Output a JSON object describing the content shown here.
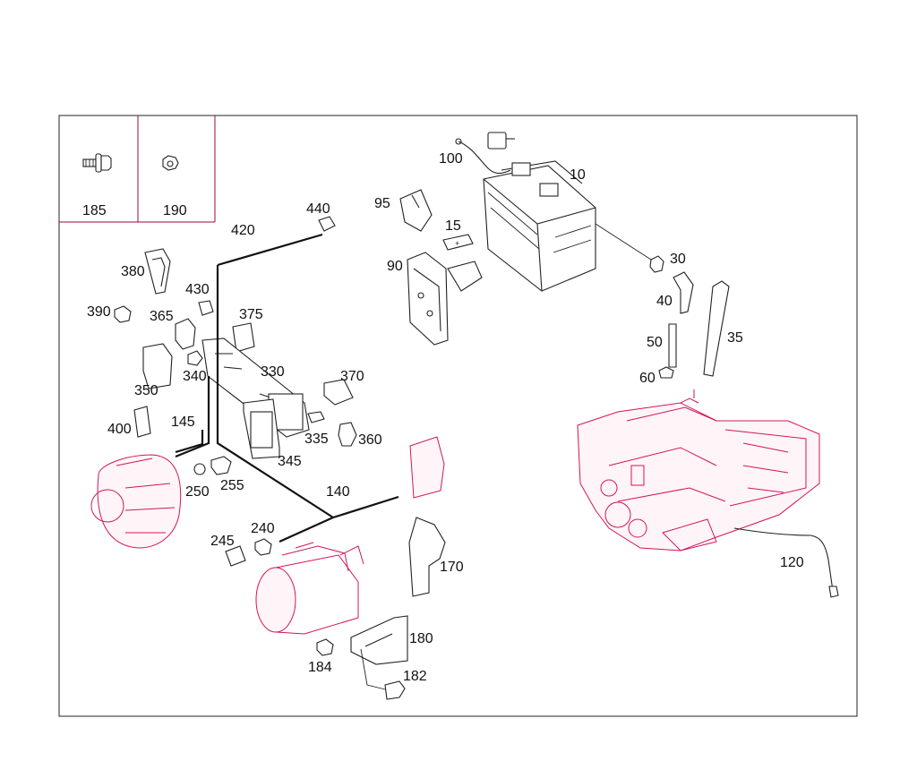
{
  "labels": {
    "p185": "185",
    "p190": "190",
    "p100": "100",
    "p10": "10",
    "p95": "95",
    "p15": "15",
    "p90": "90",
    "p440": "440",
    "p420": "420",
    "p380": "380",
    "p430": "430",
    "p390": "390",
    "p365": "365",
    "p375": "375",
    "p350": "350",
    "p340": "340",
    "p330": "330",
    "p370": "370",
    "p400": "400",
    "p145": "145",
    "p335": "335",
    "p360": "360",
    "p345": "345",
    "p250": "250",
    "p255": "255",
    "p140": "140",
    "p240": "240",
    "p245": "245",
    "p170": "170",
    "p180": "180",
    "p184": "184",
    "p182": "182",
    "p30": "30",
    "p40": "40",
    "p35": "35",
    "p50": "50",
    "p60": "60",
    "p120": "120"
  },
  "colors": {
    "line": "#222222",
    "accent": "#d4145a",
    "inset_border": "#9a0b3c"
  }
}
